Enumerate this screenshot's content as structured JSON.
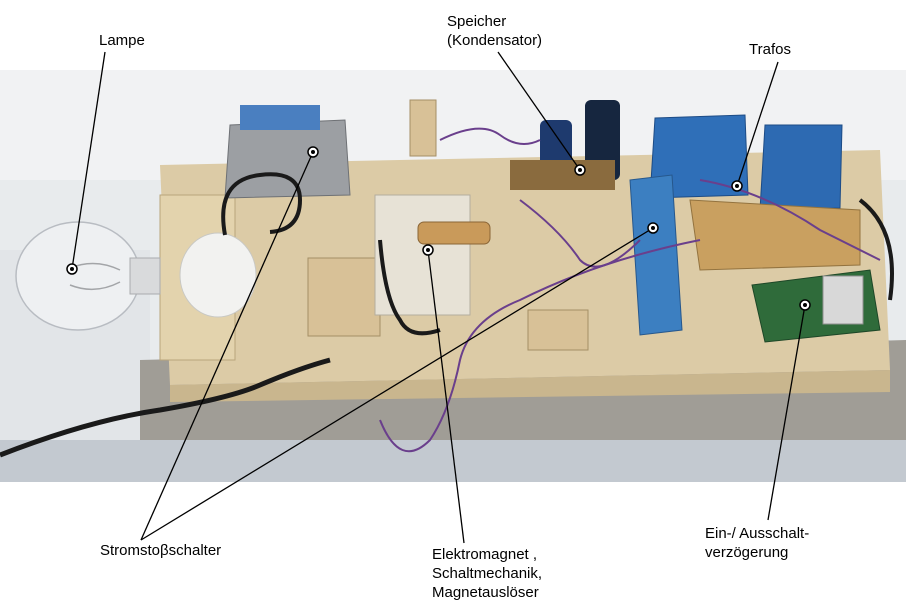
{
  "labels": {
    "lampe": "Lampe",
    "speicher": [
      "Speicher",
      "(Kondensator)"
    ],
    "trafos": "Trafos",
    "stromstoss": "Stromstoβschalter",
    "elektromagnet": [
      "Elektromagnet ,",
      "Schaltmechanik,",
      "Magnetauslöser"
    ],
    "einaus": [
      "Ein-/ Ausschalt-",
      "verzögerung"
    ]
  },
  "colors": {
    "background": "#ffffff",
    "wall": "#e9ecef",
    "table": "#9a9993",
    "wood": "#dcc9a3",
    "relay_blue": "#3c7fc1",
    "trafo_blue": "#2f6fb8",
    "capacitor": "#1e3a6e",
    "pcb_green": "#2f6b3a",
    "wire_black": "#1a1a1a",
    "wire_purple": "#6a3f8c",
    "leader_line": "#000000",
    "leader_dot": "#ffffff"
  }
}
